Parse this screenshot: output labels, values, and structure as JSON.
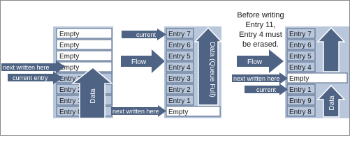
{
  "note": {
    "lines": [
      "Before writing",
      "Entry 11,",
      "Entry 4 must",
      "be erased."
    ]
  },
  "queue1": {
    "entries": [
      "Empty",
      "Empty",
      "Empty",
      "Empty",
      "Entry 3",
      "Entry 2",
      "Entry 1",
      "Entry 0"
    ],
    "data_label": "Data",
    "pointers": {
      "next_written_here": "next written here",
      "current_entry": "current entry"
    }
  },
  "queue2": {
    "entries": [
      "Entry 7",
      "Entry 6",
      "Entry 5",
      "Entry 4",
      "Entry 3",
      "Entry 2",
      "Entry 1",
      "Empty"
    ],
    "data_label": "Data (Queue Full)",
    "pointers": {
      "current": "current",
      "next_written_here": "next written here"
    }
  },
  "queue3": {
    "entries": [
      "Entry 7",
      "Entry 6",
      "Entry 5",
      "Entry 4",
      "Empty",
      "Entry 1",
      "Entry 9",
      "Entry 8"
    ],
    "data_label": "Data",
    "pointers": {
      "next_written_here": "next written here",
      "current": "current"
    }
  },
  "flow_labels": [
    "Flow",
    "Flow"
  ],
  "colors": {
    "panel": "#b8c7dc",
    "arrow": "#4f6484",
    "cell_border": "#4f6484",
    "text": "#1a1a1a"
  }
}
